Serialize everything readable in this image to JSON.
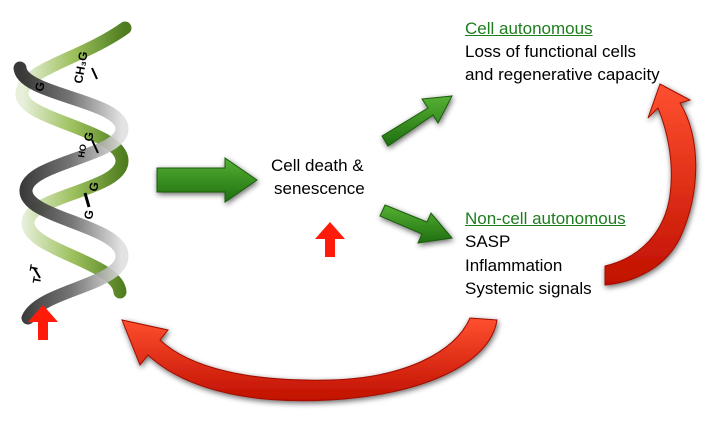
{
  "center": {
    "line1": "Cell death &",
    "line2": "senescence"
  },
  "cell_autonomous": {
    "heading": "Cell autonomous",
    "line1": "Loss of functional cells",
    "line2": "and regenerative capacity"
  },
  "non_cell_autonomous": {
    "heading": "Non-cell autonomous",
    "items": [
      "SASP",
      "Inflammation",
      "Systemic signals"
    ]
  },
  "dna_labels": {
    "methyl": "CH₃G",
    "g_top": "G",
    "oxidized": "HO",
    "g_ox": "G",
    "crosslink_a": "G",
    "crosslink_b": "G",
    "thymine_a": "T",
    "thymine_b": "T"
  },
  "colors": {
    "green_arrow": "#2e8b1a",
    "red_arrow": "#e81c0c",
    "heading_green": "#1e7d1e",
    "strand_green": "#5f8f2a",
    "strand_dark": "#333333"
  }
}
